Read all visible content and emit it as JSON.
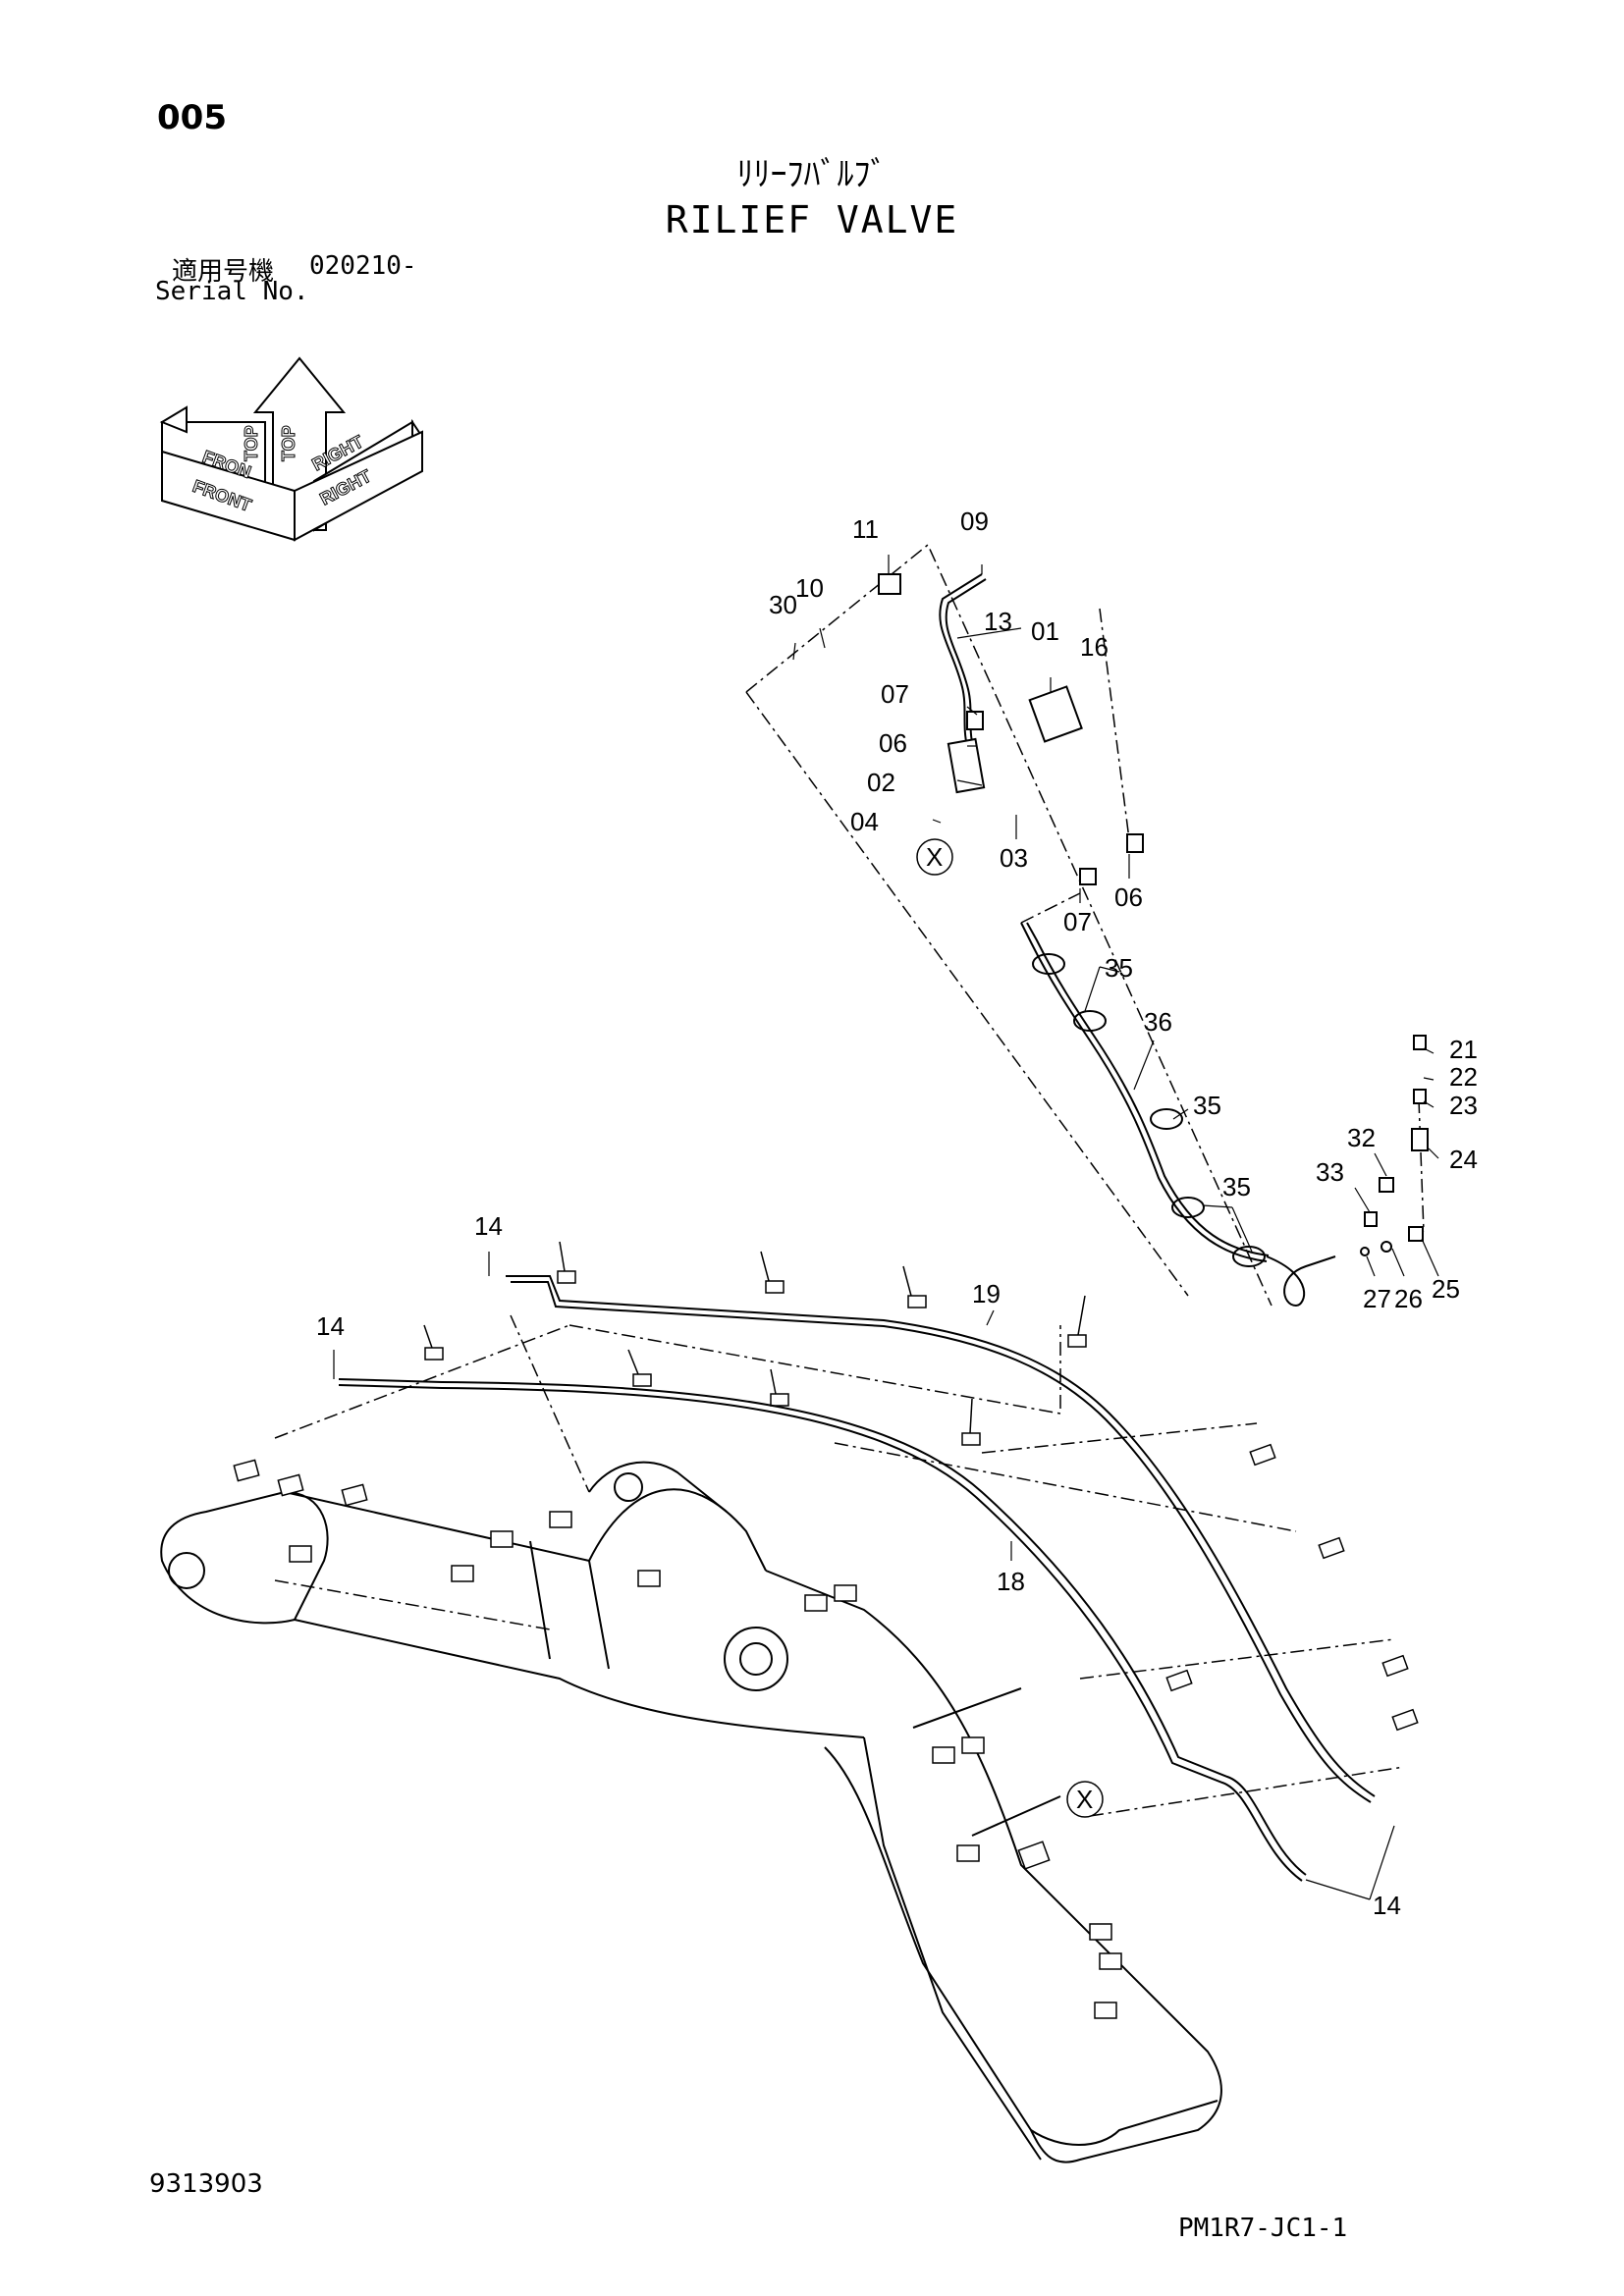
{
  "header": {
    "page_id": "005",
    "title_jp": "ﾘﾘｰﾌﾊﾞﾙﾌﾞ",
    "title_en": "RILIEF VALVE",
    "serial_label_jp": "適用号機",
    "serial_value": "020210-",
    "serial_label_en": "Serial No."
  },
  "orientation": {
    "top": "TOP",
    "front": "FRONT",
    "right": "RIGHT",
    "top_mirror": "TOP",
    "front_mirror": "FRON",
    "right_mirror": "RIGHT"
  },
  "callouts": {
    "c01": "01",
    "c02": "02",
    "c03": "03",
    "c04": "04",
    "c06a": "06",
    "c06b": "06",
    "c07a": "07",
    "c07b": "07",
    "c09": "09",
    "c10": "10",
    "c11": "11",
    "c13": "13",
    "c14a": "14",
    "c14b": "14",
    "c14c": "14",
    "c16": "16",
    "c18": "18",
    "c19": "19",
    "c21": "21",
    "c22": "22",
    "c23": "23",
    "c24": "24",
    "c25": "25",
    "c26": "26",
    "c27": "27",
    "c30": "30",
    "c32": "32",
    "c33": "33",
    "c35a": "35",
    "c35b": "35",
    "c35c": "35",
    "c36": "36",
    "xa": "X",
    "xb": "X"
  },
  "footer": {
    "doc_number": "9313903",
    "code_ref": "PM1R7-JC1-1"
  }
}
